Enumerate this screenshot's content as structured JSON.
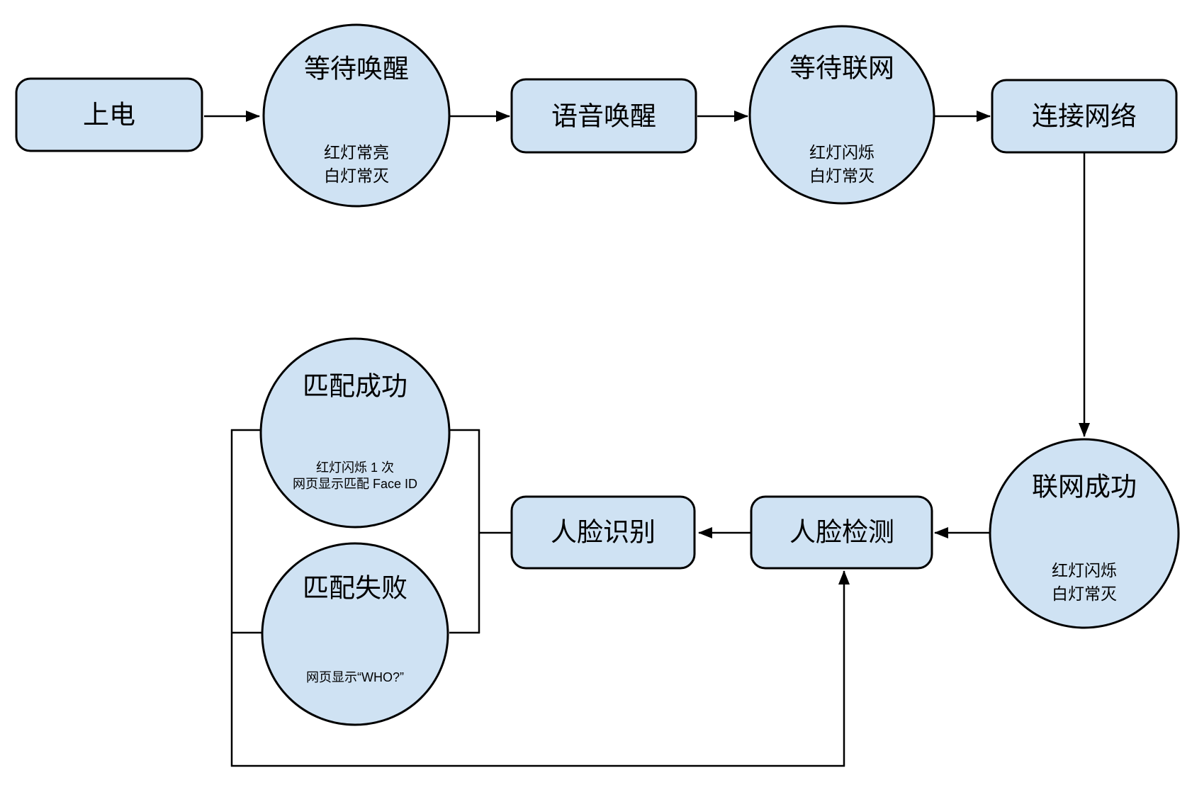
{
  "colors": {
    "background": "#ffffff",
    "node_fill": "#cfe2f3",
    "node_stroke": "#000000",
    "line": "#000000",
    "text": "#000000"
  },
  "nodes": {
    "power_on": {
      "label": "上电"
    },
    "wait_wake": {
      "label": "等待唤醒",
      "notes": [
        "红灯常亮",
        "白灯常灭"
      ]
    },
    "voice_wake": {
      "label": "语音唤醒"
    },
    "wait_network": {
      "label": "等待联网",
      "notes": [
        "红灯闪烁",
        "白灯常灭"
      ]
    },
    "connect_network": {
      "label": "连接网络"
    },
    "network_success": {
      "label": "联网成功",
      "notes": [
        "红灯闪烁",
        "白灯常灭"
      ]
    },
    "face_detect": {
      "label": "人脸检测"
    },
    "face_recognize": {
      "label": "人脸识别"
    },
    "match_success": {
      "label": "匹配成功",
      "notes": [
        "红灯闪烁 1 次",
        "网页显示匹配 Face ID"
      ]
    },
    "match_fail": {
      "label": "匹配失败",
      "notes": [
        "网页显示“WHO?”"
      ]
    }
  }
}
